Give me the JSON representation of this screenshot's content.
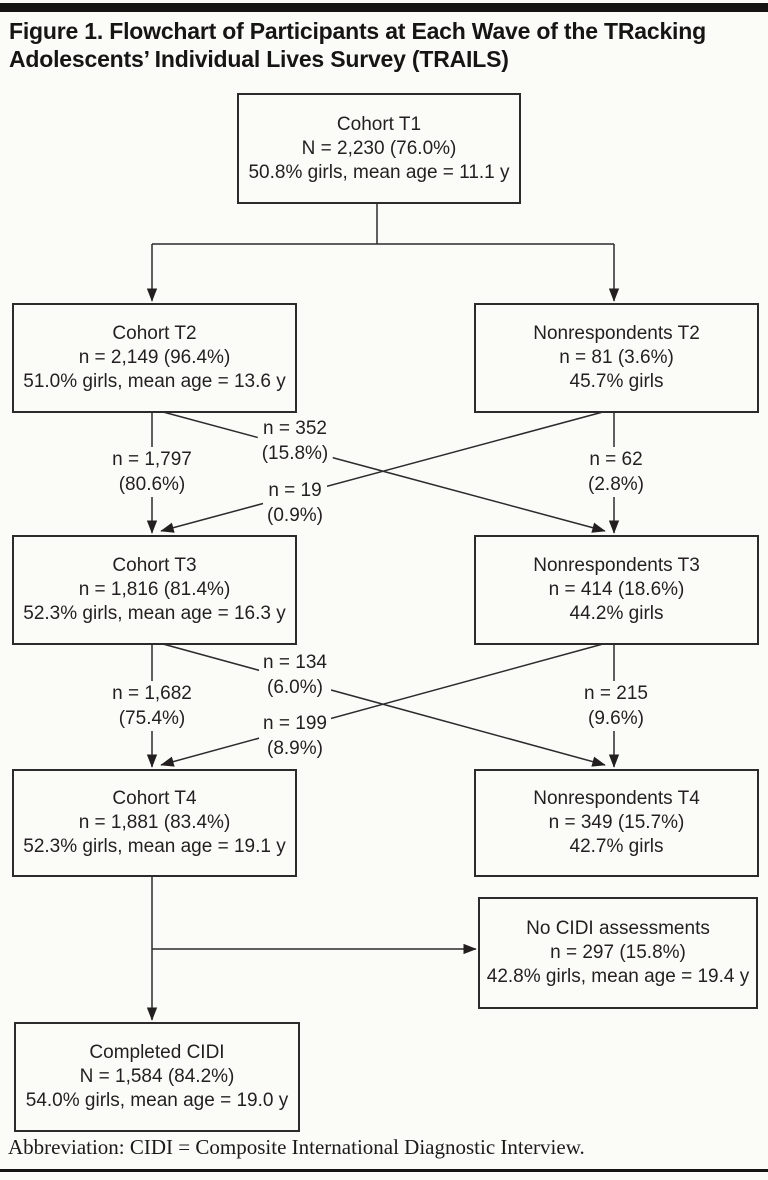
{
  "figure": {
    "title_line1": "Figure 1. Flowchart of Participants at Each Wave of the TRacking",
    "title_line2": "Adolescents’ Individual Lives Survey (TRAILS)",
    "type": "flowchart"
  },
  "nodes": {
    "t1": {
      "line1": "Cohort T1",
      "line2": "N = 2,230 (76.0%)",
      "line3": "50.8% girls, mean age = 11.1 y"
    },
    "t2": {
      "line1": "Cohort T2",
      "line2": "n = 2,149 (96.4%)",
      "line3": "51.0% girls, mean age = 13.6 y"
    },
    "nr2": {
      "line1": "Nonrespondents T2",
      "line2": "n = 81 (3.6%)",
      "line3": "45.7% girls"
    },
    "t3": {
      "line1": "Cohort T3",
      "line2": "n = 1,816 (81.4%)",
      "line3": "52.3% girls, mean age = 16.3 y"
    },
    "nr3": {
      "line1": "Nonrespondents T3",
      "line2": "n = 414 (18.6%)",
      "line3": "44.2% girls"
    },
    "t4": {
      "line1": "Cohort T4",
      "line2": "n = 1,881 (83.4%)",
      "line3": "52.3% girls, mean age = 19.1 y"
    },
    "nr4": {
      "line1": "Nonrespondents T4",
      "line2": "n = 349 (15.7%)",
      "line3": "42.7% girls"
    },
    "no_cidi": {
      "line1": "No CIDI assessments",
      "line2": "n = 297 (15.8%)",
      "line3": "42.8% girls, mean age = 19.4 y"
    },
    "completed_cidi": {
      "line1": "Completed CIDI",
      "line2": "N = 1,584 (84.2%)",
      "line3": "54.0% girls, mean age = 19.0 y"
    }
  },
  "edge_labels": {
    "t2_to_t3": {
      "line1": "n = 1,797",
      "line2": "(80.6%)"
    },
    "t2_to_nr3": {
      "line1": "n = 352",
      "line2": "(15.8%)"
    },
    "nr2_to_t3": {
      "line1": "n = 19",
      "line2": "(0.9%)"
    },
    "nr2_to_nr3": {
      "line1": "n = 62",
      "line2": "(2.8%)"
    },
    "t3_to_t4": {
      "line1": "n = 1,682",
      "line2": "(75.4%)"
    },
    "t3_to_nr4": {
      "line1": "n = 134",
      "line2": "(6.0%)"
    },
    "nr3_to_t4": {
      "line1": "n = 199",
      "line2": "(8.9%)"
    },
    "nr3_to_nr4": {
      "line1": "n = 215",
      "line2": "(9.6%)"
    }
  },
  "footer": {
    "abbreviation": "Abbreviation: CIDI = Composite International Diagnostic Interview."
  },
  "colors": {
    "line": "#2d2a2b",
    "text": "#231f20",
    "background": "#fbfbf8",
    "rule": "#161313"
  }
}
